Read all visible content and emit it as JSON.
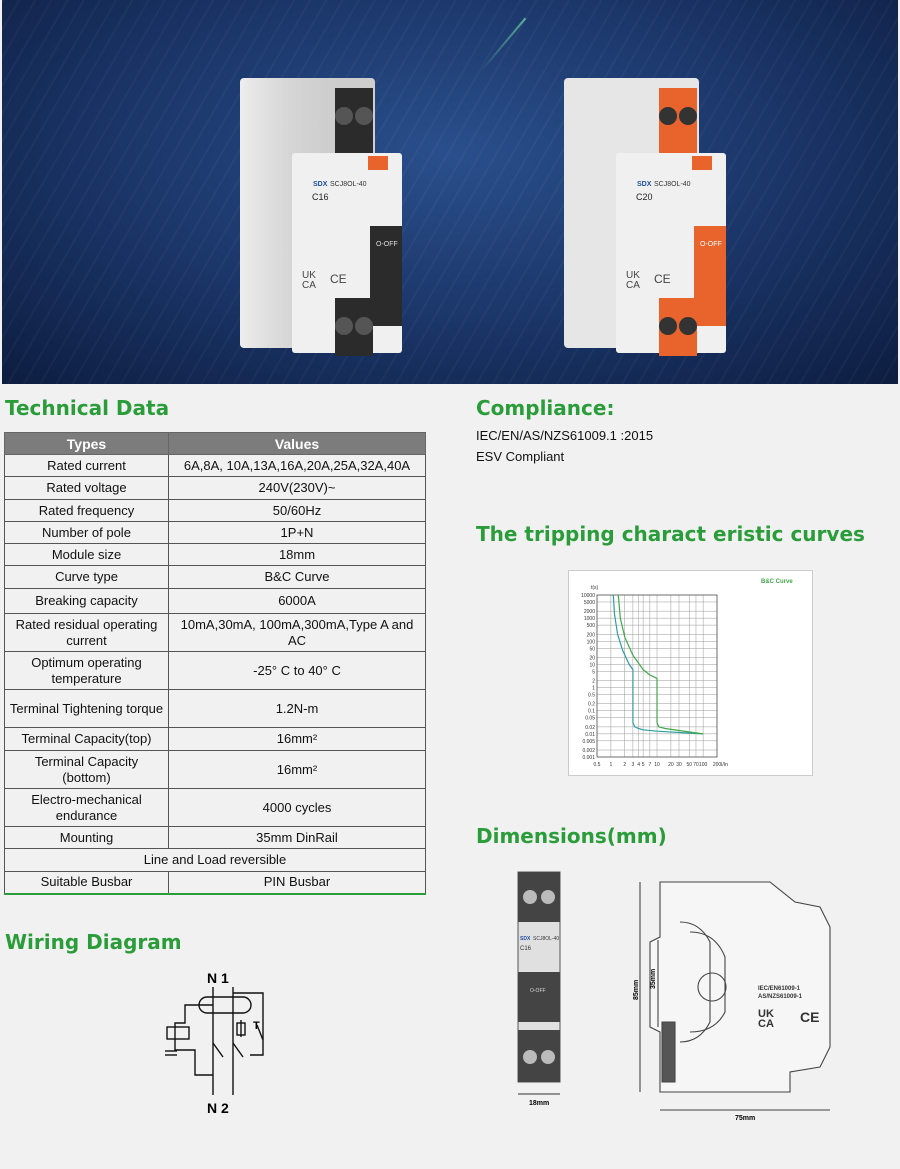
{
  "product": {
    "brand": "SDX",
    "model": "SCJ8OL-40",
    "left_rating": "C16",
    "right_rating": "C20",
    "switch_label": "O-OFF",
    "left_color": "#3a3a3a",
    "right_color": "#e8642c"
  },
  "sections": {
    "technical_data": "Technical Data",
    "compliance": "Compliance:",
    "curves": "The tripping charact eristic curves",
    "dimensions": "Dimensions(mm)",
    "wiring": "Wiring Diagram"
  },
  "table": {
    "header": [
      "Types",
      "Values"
    ],
    "rows": [
      [
        "Rated current",
        "6A,8A, 10A,13A,16A,20A,25A,32A,40A"
      ],
      [
        "Rated voltage",
        "240V(230V)~"
      ],
      [
        "Rated frequency",
        "50/60Hz"
      ],
      [
        "Number of pole",
        "1P+N"
      ],
      [
        "Module size",
        "18mm"
      ],
      [
        "Curve type",
        "B&C Curve"
      ],
      [
        "Breaking capacity",
        "6000A"
      ],
      [
        "Rated residual operating current",
        "10mA,30mA, 100mA,300mA,Type A and AC"
      ],
      [
        "Optimum operating temperature",
        "-25° C to 40° C"
      ],
      [
        "Terminal Tightening torque",
        "1.2N-m"
      ],
      [
        "Terminal Capacity(top)",
        "16mm²"
      ],
      [
        "Terminal Capacity (bottom)",
        "16mm²"
      ],
      [
        "Electro-mechanical endurance",
        "4000 cycles"
      ],
      [
        "Mounting",
        "35mm DinRail"
      ]
    ],
    "span_row": "Line and Load reversible",
    "last_row": [
      "Suitable Busbar",
      "PIN Busbar"
    ]
  },
  "compliance": {
    "lines": [
      "IEC/EN/AS/NZS61009.1 :2015",
      "ESV Compliant"
    ]
  },
  "chart_data": {
    "type": "line",
    "title": "B&C Curve",
    "xlabel": "I/In",
    "ylabel": "t(s)",
    "x_ticks": [
      "0.5",
      "1",
      "2",
      "3",
      "4",
      "5",
      "7",
      "10",
      "20",
      "30",
      "50",
      "70",
      "100",
      "200"
    ],
    "y_ticks": [
      "10000",
      "5000",
      "2000",
      "1000",
      "500",
      "200",
      "100",
      "50",
      "20",
      "10",
      "5",
      "2",
      "1",
      "0.5",
      "0.2",
      "0.1",
      "0.05",
      "0.02",
      "0.01",
      "0.005",
      "0.002",
      "0.001"
    ],
    "xscale": "log",
    "yscale": "log",
    "xlim": [
      0.5,
      200
    ],
    "ylim": [
      0.001,
      10000
    ],
    "series": [
      {
        "color": "#2e9ea0",
        "x": [
          1.13,
          1.2,
          1.4,
          1.8,
          2.5,
          3,
          3,
          3.3,
          4,
          5,
          10,
          100
        ],
        "y": [
          10000,
          1500,
          200,
          40,
          10,
          6,
          0.03,
          0.02,
          0.017,
          0.015,
          0.013,
          0.01
        ]
      },
      {
        "color": "#3fa84a",
        "x": [
          1.45,
          1.6,
          2,
          3,
          5,
          7,
          10,
          10,
          11,
          15,
          30,
          100
        ],
        "y": [
          10000,
          1000,
          150,
          25,
          6,
          3.5,
          2.5,
          0.03,
          0.02,
          0.017,
          0.014,
          0.01
        ]
      }
    ]
  },
  "dimensions": {
    "width": "18mm",
    "depth": "75mm",
    "height": "85mm",
    "rail": "35mm",
    "std1": "IEC/EN61009-1",
    "std2": "AS/NZS61009-1"
  },
  "wiring": {
    "top": "N 1",
    "bottom": "N 2",
    "test": "T"
  }
}
